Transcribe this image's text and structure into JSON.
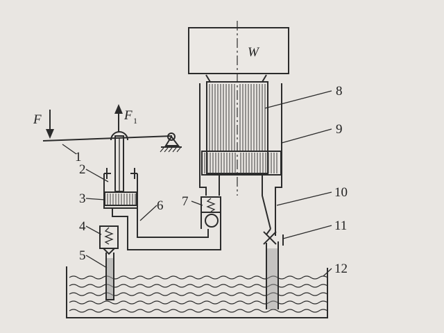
{
  "diagram": {
    "load_label": "W",
    "force_left": "F",
    "force_up": "F",
    "force_up_sub": "1",
    "part_labels": [
      "1",
      "2",
      "3",
      "4",
      "5",
      "6",
      "7",
      "8",
      "9",
      "10",
      "11",
      "12"
    ]
  },
  "colors": {
    "paper": "#e9e6e2",
    "ink": "#2b2b2b",
    "oil": "#9a9a9a"
  }
}
